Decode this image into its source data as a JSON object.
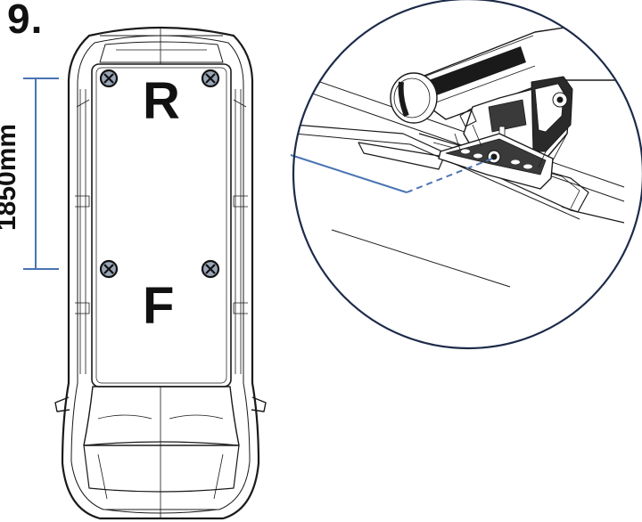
{
  "step_number": "9.",
  "dimension": {
    "label": "1850mm",
    "line_color": "#4a74b3"
  },
  "positions": {
    "rear": "R",
    "front": "F"
  },
  "mounting_points": {
    "count": 4,
    "icon": "bolt-icon"
  },
  "detail_view": {
    "icon": "roof-bar-foot-detail",
    "border_color": "#1d2b4a"
  }
}
